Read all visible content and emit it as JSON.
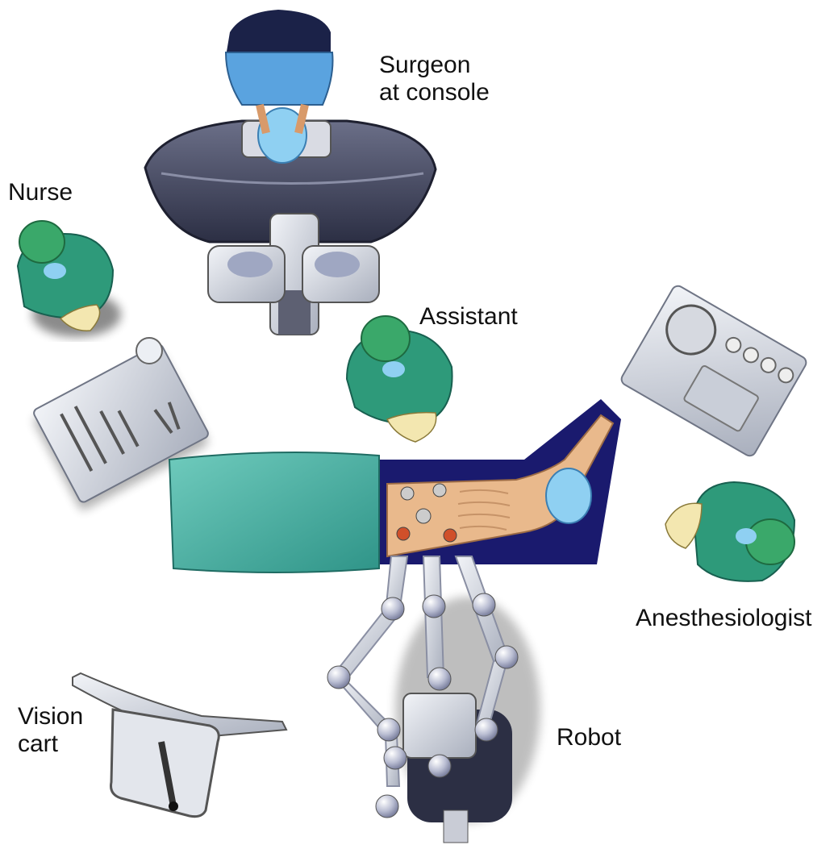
{
  "labels": {
    "surgeon": {
      "line1": "Surgeon",
      "line2": "at console"
    },
    "nurse": "Nurse",
    "assistant": "Assistant",
    "anesthesiologist": "Anesthesiologist",
    "vision_cart": {
      "line1": "Vision",
      "line2": "cart"
    },
    "robot": "Robot"
  },
  "colors": {
    "scrubs_green": "#2e9a7a",
    "cap_green": "#3aa86a",
    "surgeon_blue": "#5aa3df",
    "drape_teal": "#4fb3a8",
    "table_navy": "#1a1a6e",
    "console_dark": "#3e4158",
    "metal_gray": "#c8cdd6",
    "skin": "#e9b98c"
  },
  "icons": [
    "console-icon",
    "person-icon",
    "instrument-tray-icon",
    "monitor-icon",
    "robot-arm-icon",
    "vision-cart-icon",
    "operating-table-icon"
  ]
}
